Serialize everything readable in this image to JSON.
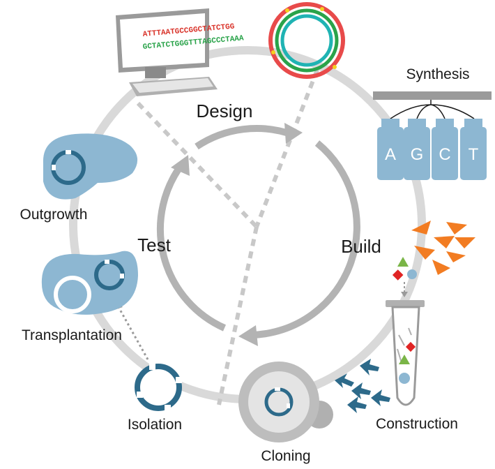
{
  "cycle": {
    "design": "Design",
    "build": "Build",
    "test": "Test"
  },
  "stages": {
    "synthesis": "Synthesis",
    "construction": "Construction",
    "cloning": "Cloning",
    "isolation": "Isolation",
    "transplantation": "Transplantation",
    "outgrowth": "Outgrowth"
  },
  "vials": [
    "A",
    "G",
    "C",
    "T"
  ],
  "dna_sequence": {
    "line1": "ATTTAATGCCGGCTATCTGG",
    "line2": "GCTATCTGGGTTTAGCCCTAAA"
  },
  "colors": {
    "outer_ring": "#d9d9d9",
    "inner_arrows": "#b3b3b3",
    "cell_fill": "#8db7d2",
    "plasmid": "#2d6a8a",
    "vial_fill": "#8db7d2",
    "orange_triangles": "#f27c22",
    "blue_arrows": "#2d6a8a",
    "red_diamond": "#e02424",
    "green_triangle": "#7ab547",
    "genome_red": "#e84a4a",
    "genome_green": "#2aa34a",
    "genome_teal": "#1fb3b3"
  }
}
